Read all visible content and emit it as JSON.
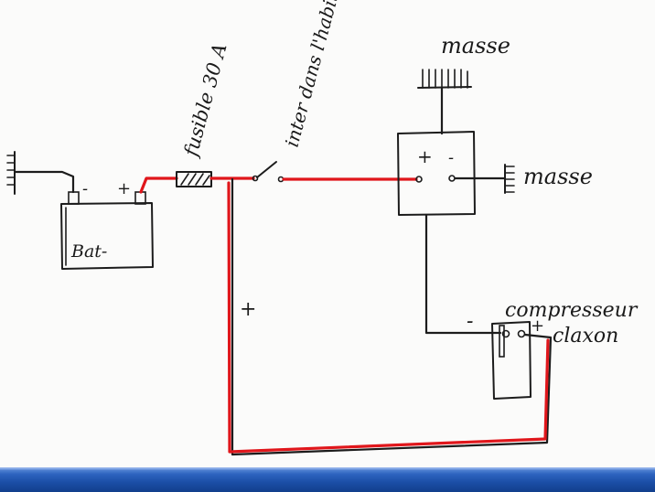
{
  "labels": {
    "fuse": "fusible 30 A",
    "switch": "inter dans l'habitacle",
    "ground_top": "masse",
    "ground_right": "masse",
    "battery": "Bat-",
    "battery_minus": "-",
    "battery_plus": "+",
    "relay_plus": "+",
    "relay_minus": "-",
    "wire_plus": "+",
    "compressor_line1": "compresseur",
    "compressor_line2": "claxon",
    "compressor_minus": "-",
    "compressor_plus": "+"
  },
  "colors": {
    "positive_wire": "#e0161b",
    "ink": "#1c1c1c",
    "paper": "#fbfbfa",
    "taskbar": "#1b4ea6"
  }
}
